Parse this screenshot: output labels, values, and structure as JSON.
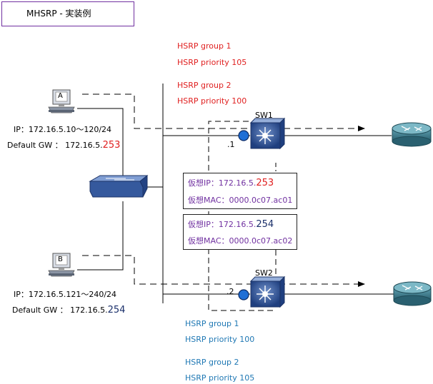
{
  "title": "MHSRP - 実装例",
  "sw1": {
    "label": "SW1",
    "interface": ".1",
    "hsrp_group1": "HSRP group 1",
    "hsrp_priority1": "HSRP priority 105",
    "hsrp_group2": "HSRP group 2",
    "hsrp_priority2": "HSRP priority 100"
  },
  "sw2": {
    "label": "SW2",
    "interface": ".2",
    "hsrp_group1": "HSRP group 1",
    "hsrp_priority1": "HSRP priority 100",
    "hsrp_group2": "HSRP group 2",
    "hsrp_priority2": "HSRP priority 105"
  },
  "host_a": {
    "label": "A",
    "ip": "IP：172.16.5.10～120/24",
    "gw_prefix": "Default GW ： 172.16.5.",
    "gw_suffix": "253"
  },
  "host_b": {
    "label": "B",
    "ip": "IP：172.16.5.121～240/24",
    "gw_prefix": "Default GW ： 172.16.5.",
    "gw_suffix": "254"
  },
  "virtual1": {
    "ip_prefix": "仮想IP：172.16.5.",
    "ip_suffix": "253",
    "mac": "仮想MAC：0000.0c07.ac01"
  },
  "virtual2": {
    "ip_prefix": "仮想IP：172.16.5.",
    "ip_suffix": "254",
    "mac": "仮想MAC：0000.0c07.ac02"
  },
  "colors": {
    "sw1_text": "#e02020",
    "sw2_text": "#1f78b4",
    "virtual_text": "#7030a0",
    "switch_fill": "#2f5597",
    "router_fill": "#3a7a8c",
    "port_dot": "#1f6fd6"
  }
}
